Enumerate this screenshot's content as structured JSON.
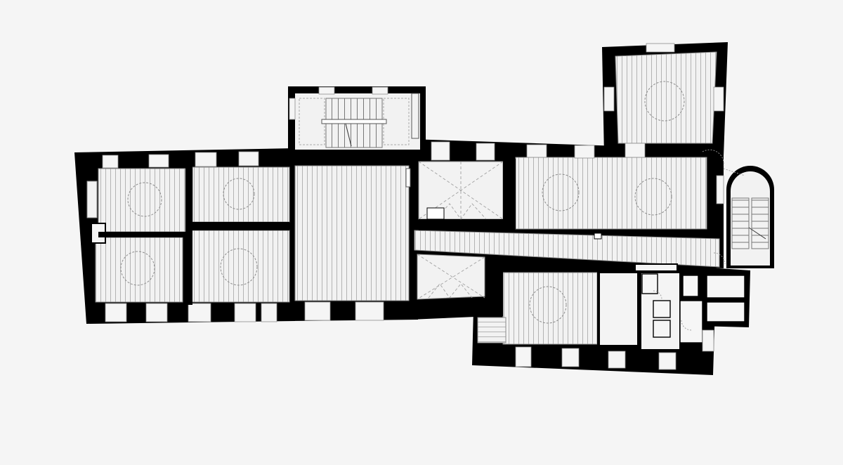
{
  "drawing": {
    "type": "floor-plan",
    "colors": {
      "background": "#f5f5f5",
      "wall": "#000000",
      "floor": "#f2f2f2",
      "floor_line": "#9a9a9a",
      "panel_outline": "#8c8c8c",
      "dashed": "#a0a0a0"
    },
    "rooms": [
      {
        "id": "room-west-north",
        "floor": "boards",
        "medallion": true
      },
      {
        "id": "room-west-south",
        "floor": "boards",
        "medallion": true
      },
      {
        "id": "room-mid-north",
        "floor": "boards",
        "medallion": true
      },
      {
        "id": "room-mid-south",
        "floor": "boards",
        "medallion": true
      },
      {
        "id": "central-hall",
        "floor": "boards",
        "medallion": false
      },
      {
        "id": "north-stair-bay",
        "floor": "stair",
        "medallion": false
      },
      {
        "id": "room-east-vaulted",
        "floor": "vault",
        "medallion": false
      },
      {
        "id": "room-east-large",
        "floor": "boards",
        "medallion": true
      },
      {
        "id": "corridor",
        "floor": "boards",
        "medallion": false
      },
      {
        "id": "room-tower",
        "floor": "boards",
        "medallion": true
      },
      {
        "id": "room-south-vaulted",
        "floor": "vault",
        "medallion": false
      },
      {
        "id": "room-south-east",
        "floor": "boards",
        "medallion": true
      },
      {
        "id": "sanitary-block",
        "floor": "tiles",
        "medallion": false
      },
      {
        "id": "stair-tower",
        "floor": "stair",
        "medallion": false
      }
    ]
  }
}
